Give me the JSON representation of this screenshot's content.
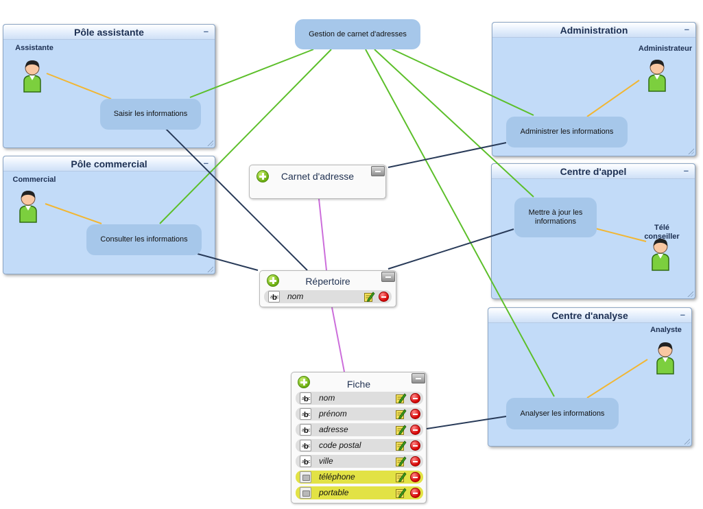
{
  "system": {
    "title": "Gestion de carnet d'adresses"
  },
  "panels": {
    "assistante": {
      "title": "Pôle assistante",
      "role": "Assistante",
      "usecase": "Saisir les informations",
      "minimize": "–"
    },
    "commercial": {
      "title": "Pôle commercial",
      "role": "Commercial",
      "usecase": "Consulter les informations",
      "minimize": "–"
    },
    "administration": {
      "title": "Administration",
      "role": "Administrateur",
      "usecase": "Administrer les informations",
      "minimize": "–"
    },
    "appel": {
      "title": "Centre d'appel",
      "role_line1": "Télé",
      "role_line2": "conseiller",
      "usecase_line1": "Mettre à jour les",
      "usecase_line2": "informations",
      "minimize": "–"
    },
    "analyse": {
      "title": "Centre d'analyse",
      "role": "Analyste",
      "usecase": "Analyser les informations",
      "minimize": "–"
    }
  },
  "entities": {
    "carnet": {
      "title": "Carnet d'adresse"
    },
    "repertoire": {
      "title": "Répertoire",
      "attributes": [
        {
          "name": "nom",
          "type": "text-icon"
        }
      ]
    },
    "fiche": {
      "title": "Fiche",
      "attributes": [
        {
          "name": "nom",
          "type": "text-icon"
        },
        {
          "name": "prénom",
          "type": "text-icon"
        },
        {
          "name": "adresse",
          "type": "text-icon"
        },
        {
          "name": "code postal",
          "type": "text-icon"
        },
        {
          "name": "ville",
          "type": "text-icon"
        },
        {
          "name": "téléphone",
          "type": "phone-icon",
          "highlight": "#e2e245"
        },
        {
          "name": "portable",
          "type": "phone-icon",
          "highlight": "#e2e245"
        }
      ]
    }
  },
  "type_icon_glyphs": {
    "a": "a",
    "b": "b",
    "c": "c"
  },
  "colors": {
    "panel_bg": "#c2dbf8",
    "usecase_bg": "#a6c7ea",
    "link_green": "#5cbf2a",
    "link_orange": "#f2b632",
    "link_navy": "#283a58",
    "link_magenta": "#cc6edb",
    "attr_bg": "#dedede",
    "attr_highlight": "#e2e245"
  }
}
